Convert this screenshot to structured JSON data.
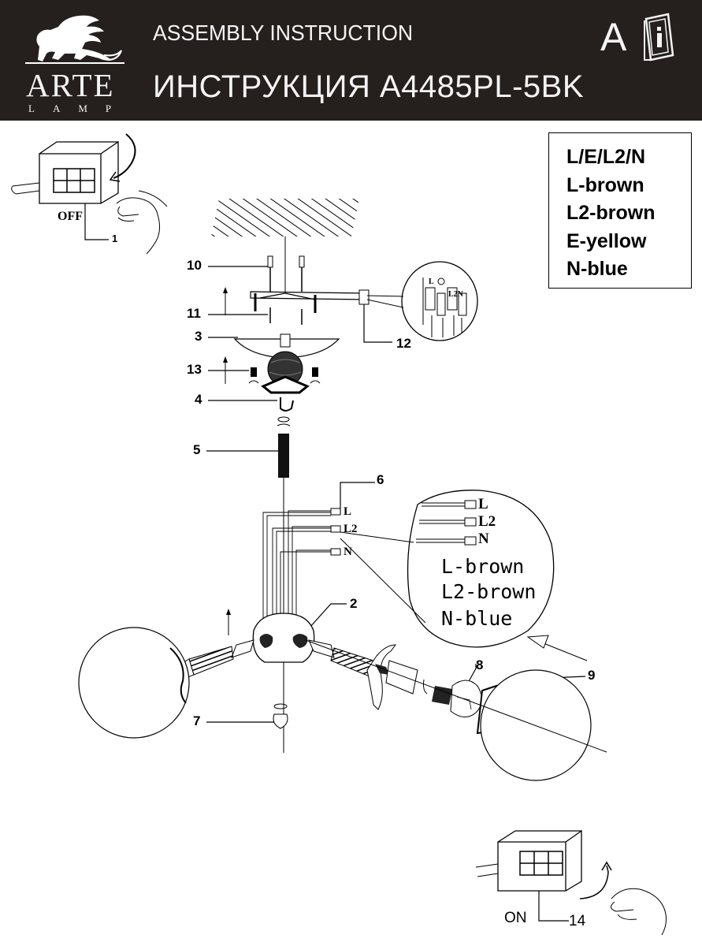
{
  "header": {
    "logo_word": "ARTE",
    "logo_sub": "LAMP",
    "title_en": "ASSEMBLY INSTRUCTION",
    "title_ru": "ИНСТРУКЦИЯ A4485PL-5BK",
    "lang_letter": "A",
    "info_icon": "info-booklet-icon",
    "logo_icon": "griffin-icon"
  },
  "legend": [
    "L/E/L2/N",
    "L-brown",
    "L2-brown",
    "E-yellow",
    "N-blue"
  ],
  "switch_off": {
    "label": "OFF",
    "part": "1"
  },
  "switch_on": {
    "label": "ON",
    "part": "14"
  },
  "parts": [
    "10",
    "11",
    "3",
    "13",
    "4",
    "5",
    "6",
    "12",
    "2",
    "7",
    "8",
    "9"
  ],
  "ceiling_terminal": {
    "labels": [
      "L",
      "L2N"
    ]
  },
  "wires": {
    "labels": [
      "L",
      "L2",
      "N"
    ]
  },
  "zoom": {
    "terminal_labels": [
      "L",
      "L2",
      "N"
    ],
    "lines": [
      "L-brown",
      "L2-brown",
      "N-blue"
    ]
  }
}
